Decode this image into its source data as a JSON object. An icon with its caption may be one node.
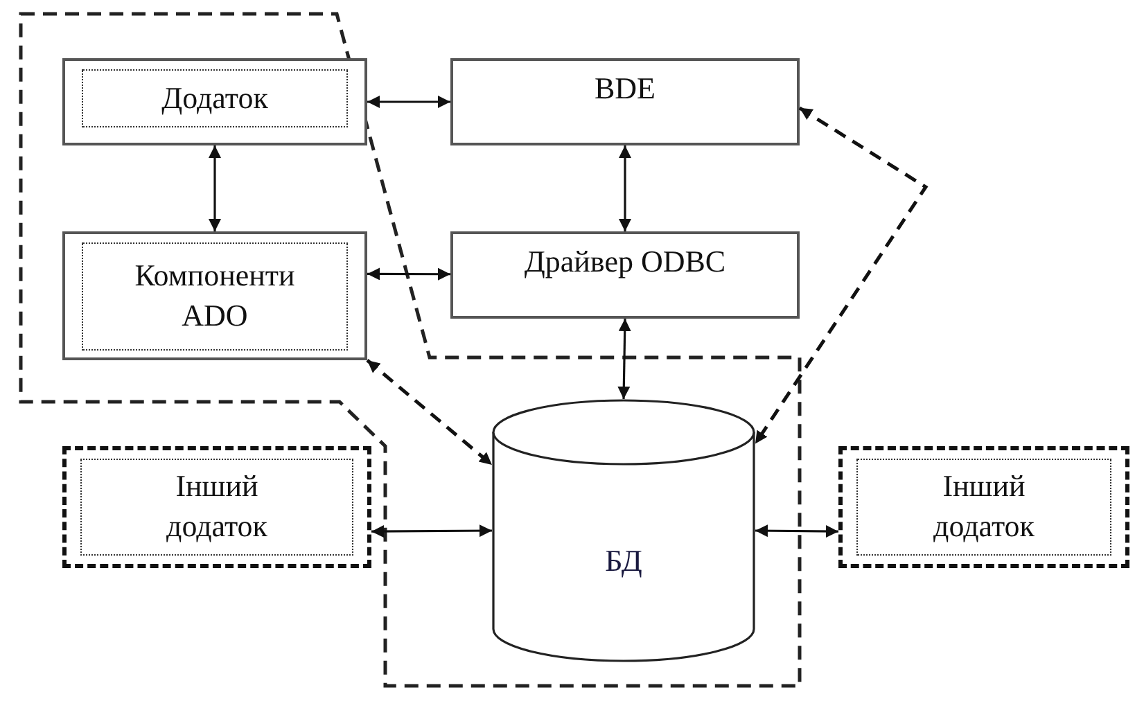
{
  "diagram": {
    "nodes": [
      {
        "text": [
          "Додаток"
        ]
      },
      {
        "text": [
          "BDE"
        ]
      },
      {
        "text": [
          "Компоненти ADO"
        ]
      },
      {
        "text": [
          "Драйвер ODBC"
        ]
      },
      {
        "text": [
          "Інший додаток"
        ]
      },
      {
        "text": [
          "БД"
        ]
      },
      {
        "text": [
          "Інший додаток"
        ]
      }
    ],
    "edges": [
      {
        "from": 0,
        "to": 1,
        "arrow": "both"
      },
      {
        "from": 0,
        "to": 2,
        "arrow": "both"
      },
      {
        "from": 1,
        "to": 3,
        "arrow": "both"
      },
      {
        "from": 2,
        "to": 3,
        "arrow": "both"
      },
      {
        "from": 3,
        "to": 5,
        "arrow": "both"
      },
      {
        "from": 2,
        "to": 5,
        "arrow": "both",
        "style": "dashed"
      },
      {
        "from": 1,
        "to": 5,
        "arrow": "both",
        "style": "dashed"
      },
      {
        "from": 4,
        "to": 5,
        "arrow": "both"
      },
      {
        "from": 6,
        "to": 5,
        "arrow": "both"
      }
    ]
  }
}
